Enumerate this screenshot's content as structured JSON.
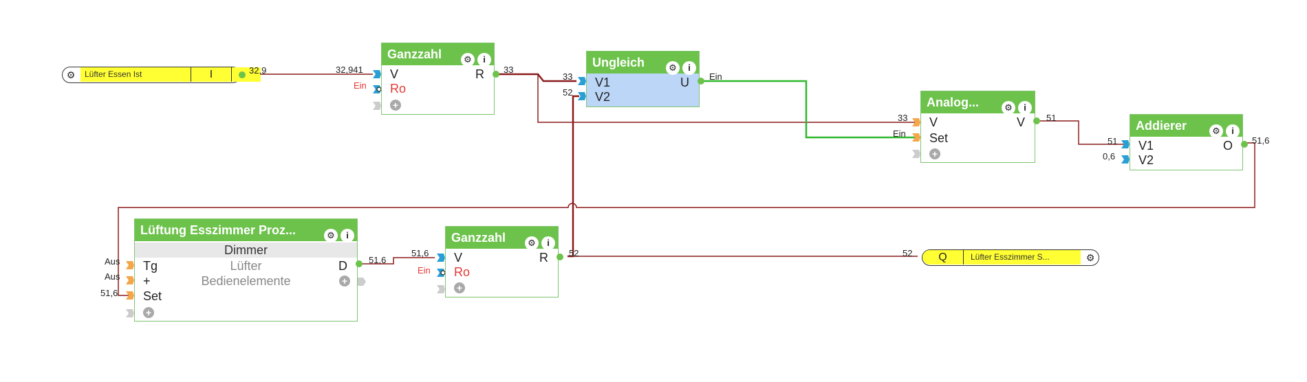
{
  "colors": {
    "header": "#6cc24a",
    "wire_dark": "#8b1a1a",
    "wire_green": "#2eb82e",
    "selected_bg": "#bcd6f7",
    "knx_yellow": "#ffff33",
    "input_orange": "#f4a64a",
    "input_blue": "#2a9fd6"
  },
  "icons": {
    "settings": "gear-icon",
    "info": "info-icon",
    "add": "plus-circle-icon"
  },
  "knx_in": {
    "label": "Lüfter Essen Ist",
    "io": "I"
  },
  "knx_out": {
    "label": "Lüfter Esszimmer S...",
    "io": "Q"
  },
  "ganzzahl1": {
    "title": "Ganzzahl",
    "in_v": "V",
    "in_ro": "Ro",
    "out_r": "R"
  },
  "ungleich": {
    "title": "Ungleich",
    "in_v1": "V1",
    "in_v2": "V2",
    "out_u": "U"
  },
  "analog": {
    "title": "Analog...",
    "in_v": "V",
    "in_set": "Set",
    "out_v": "V"
  },
  "addierer": {
    "title": "Addierer",
    "in_v1": "V1",
    "in_v2": "V2",
    "out_o": "O"
  },
  "lueftung": {
    "title": "Lüftung Esszimmer Proz...",
    "subheader": "Dimmer",
    "in_tg": "Tg",
    "in_plus": "+",
    "in_set": "Set",
    "out_d": "D",
    "line1": "Lüfter",
    "line2": "Bedienelemente"
  },
  "ganzzahl2": {
    "title": "Ganzzahl",
    "in_v": "V",
    "in_ro": "Ro",
    "out_r": "R"
  },
  "wire_labels": {
    "knx_out_val": "32,9",
    "g1_in_v": "32,941",
    "g1_in_ro": "Ein",
    "g1_out": "33",
    "u_in_v1": "33",
    "u_in_v2": "52",
    "u_out": "Ein",
    "a_in_v": "33",
    "a_in_set": "Ein",
    "a_out": "51",
    "ad_in_v1": "51",
    "ad_in_v2": "0,6",
    "ad_out": "51,6",
    "l_in_tg": "Aus",
    "l_in_plus": "Aus",
    "l_in_set": "51,6",
    "l_out": "51,6",
    "g2_in_v": "51,6",
    "g2_in_ro": "Ein",
    "g2_out": "52",
    "q_in": "52"
  }
}
